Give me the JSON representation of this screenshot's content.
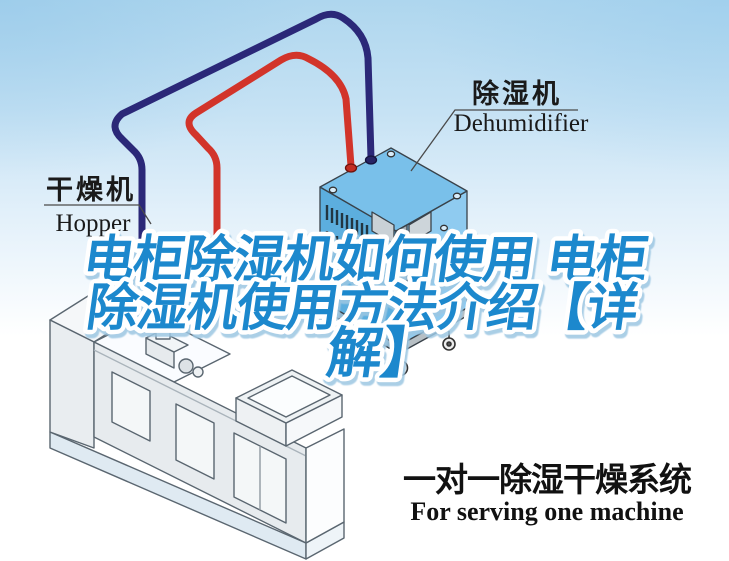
{
  "headline": {
    "full": "电柜除湿机如何使用 电柜除湿机使用方法介绍【详解】",
    "line1": "电柜除湿机如何使用 电柜",
    "line2": "除湿机使用方法介绍【详",
    "line3": "解】"
  },
  "labels": {
    "hopper": {
      "zh": "干燥机",
      "en": "Hopper"
    },
    "dehumidifier": {
      "zh": "除湿机",
      "en": "Dehumidifier"
    }
  },
  "caption": {
    "zh": "一对一除湿干燥系统",
    "en": "For serving one machine"
  },
  "colors": {
    "headline_blue": "#1E88CD",
    "pipe_red": "#D2342A",
    "pipe_navy": "#2B2878",
    "machine_blue_top": "#79C0EA",
    "machine_blue_left": "#5CAEDE",
    "machine_blue_right": "#8FCBF0",
    "sky_top": "#AED6EE",
    "label_text": "#1A1A1A",
    "caption_text": "#111111"
  }
}
